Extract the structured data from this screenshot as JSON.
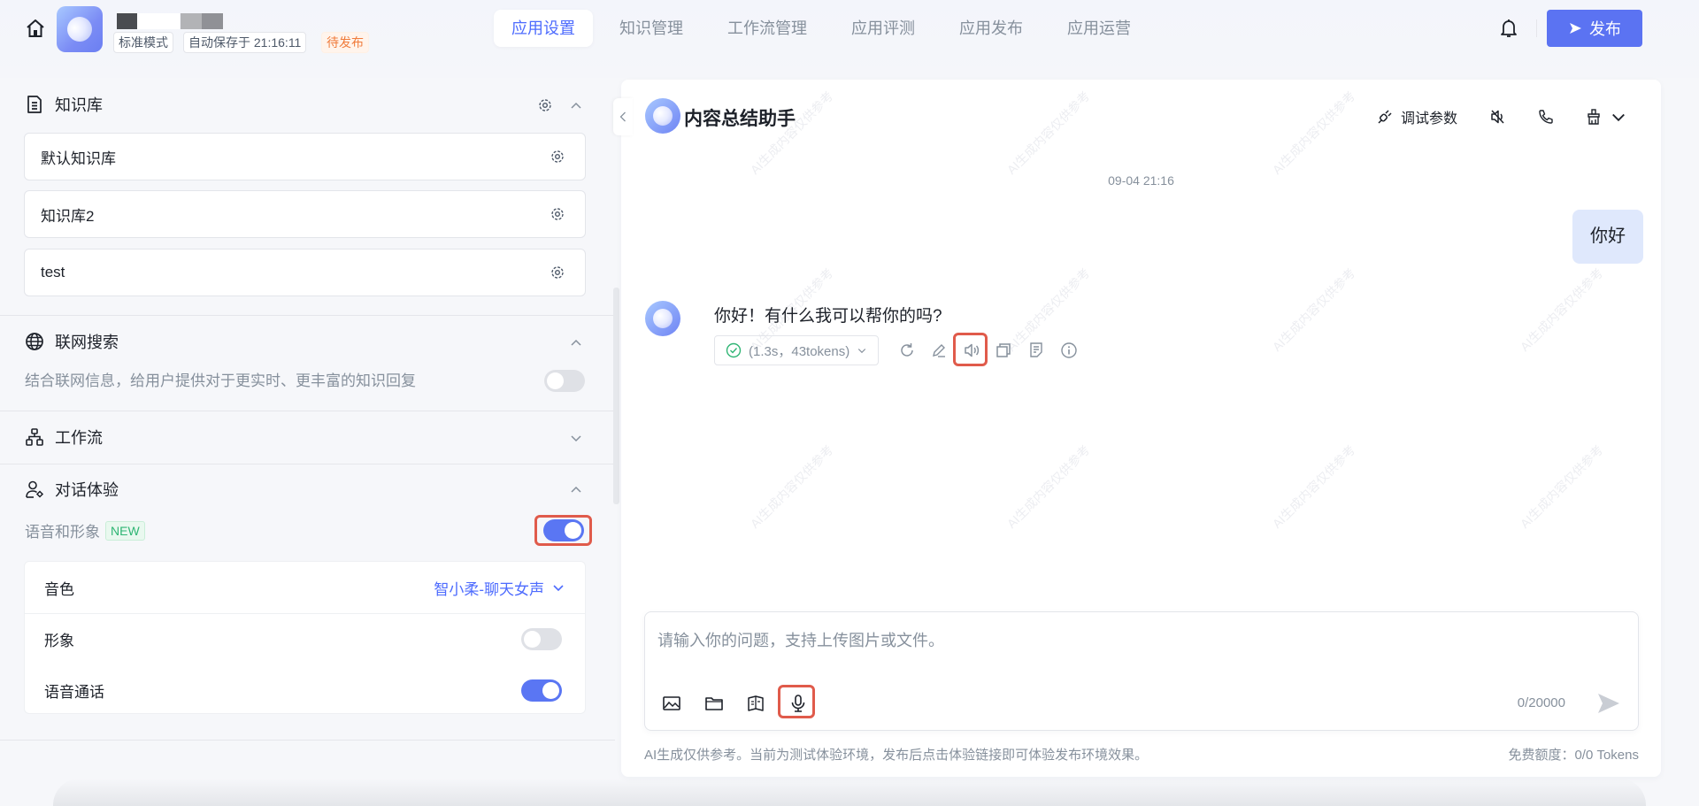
{
  "header": {
    "mode_tag": "标准模式",
    "autosave_tag": "自动保存于 21:16:11",
    "status_tag": "待发布",
    "tabs": [
      {
        "label": "应用设置",
        "active": true
      },
      {
        "label": "知识管理",
        "active": false
      },
      {
        "label": "工作流管理",
        "active": false
      },
      {
        "label": "应用评测",
        "active": false
      },
      {
        "label": "应用发布",
        "active": false
      },
      {
        "label": "应用运营",
        "active": false
      }
    ],
    "publish_label": "发布",
    "accent_color": "#5b73f2"
  },
  "left_panel": {
    "knowledge": {
      "title": "知识库",
      "items": [
        {
          "name": "默认知识库"
        },
        {
          "name": "知识库2"
        },
        {
          "name": "test"
        }
      ]
    },
    "web_search": {
      "title": "联网搜索",
      "description": "结合联网信息，给用户提供对于更实时、更丰富的知识回复",
      "enabled": false
    },
    "workflow": {
      "title": "工作流"
    },
    "dialog_experience": {
      "title": "对话体验",
      "voice_avatar_label": "语音和形象",
      "new_badge": "NEW",
      "voice_avatar_enabled": true,
      "voice_label": "音色",
      "voice_value": "智小柔-聊天女声",
      "avatar_label": "形象",
      "avatar_enabled": false,
      "voice_call_label": "语音通话",
      "voice_call_enabled": true
    }
  },
  "chat": {
    "title": "内容总结助手",
    "tools": {
      "debug_params": "调试参数"
    },
    "timestamp": "09-04 21:16",
    "user_message": "你好",
    "bot_message": "你好！有什么我可以帮你的吗?",
    "stats": "(1.3s，43tokens)",
    "input_placeholder": "请输入你的问题，支持上传图片或文件。",
    "char_count": "0/20000",
    "footer_note": "AI生成仅供参考。当前为测试体验环境，发布后点击体验链接即可体验发布环境效果。",
    "quota": "免费额度：0/0 Tokens",
    "watermark": "AI生成内容仅供参考"
  }
}
